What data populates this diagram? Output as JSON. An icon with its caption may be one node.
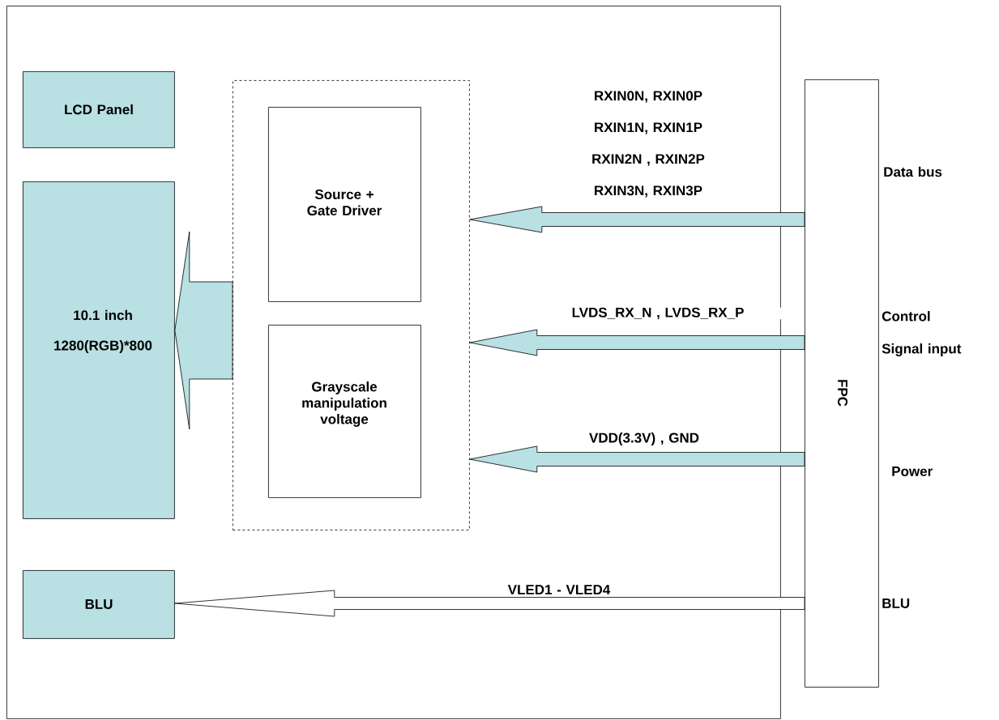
{
  "diagram": {
    "nodes": [
      {
        "text": [],
        "shape": "box"
      },
      {
        "text": [
          "LCD Panel"
        ],
        "in": 0
      },
      {
        "text": [
          "10.1 inch",
          "1280(RGB)*800"
        ],
        "in": 0
      },
      {
        "text": [],
        "shape": "box",
        "in": 0
      },
      {
        "text": [
          "Source + Gate Driver"
        ],
        "in": 3
      },
      {
        "text": [
          "Grayscale manipulation voltage"
        ],
        "in": 3
      },
      {
        "text": [
          "BLU"
        ],
        "in": 0
      },
      {
        "text": [
          "FPC"
        ],
        "beside": [
          "Data bus",
          "Control Signal input",
          "Power",
          "BLU"
        ]
      }
    ],
    "edges": [
      {
        "from": 7,
        "to": 3,
        "arrow": "to",
        "label": "RXIN0N, RXIN0P RXIN1N, RXIN1P RXIN2N , RXIN2P RXIN3N, RXIN3P"
      },
      {
        "from": 7,
        "to": 3,
        "arrow": "to",
        "label": "LVDS_RX_N , LVDS_RX_P"
      },
      {
        "from": 7,
        "to": 3,
        "arrow": "to",
        "label": "VDD(3.3V) , GND"
      },
      {
        "from": 7,
        "to": 6,
        "arrow": "to",
        "label": "VLED1 - VLED4",
        "color": "#ffffff"
      },
      {
        "from": 3,
        "to": 2,
        "arrow": "to"
      }
    ]
  }
}
